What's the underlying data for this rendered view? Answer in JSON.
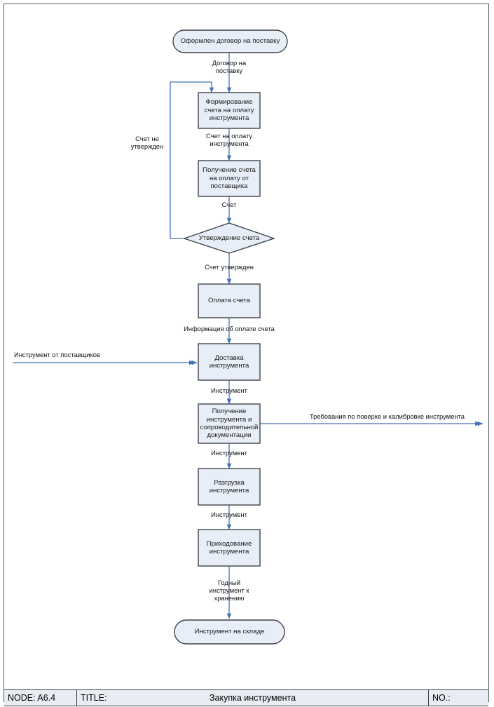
{
  "diagram": {
    "type": "idef3-process-flow",
    "language": "ru",
    "accent_line_color": "#4472b8",
    "node_fill_color": "#e8eef8",
    "node_border_color": "#3f4449",
    "page_border_color": "#555a60",
    "nodes": [
      {
        "id": "start",
        "shape": "terminator",
        "label": "Оформлен договор на поставку"
      },
      {
        "id": "form",
        "shape": "process",
        "label": "Формирование\nсчета на оплату\nинструмента"
      },
      {
        "id": "receive",
        "shape": "process",
        "label": "Получение счета\nна оплату от\nпоставщика"
      },
      {
        "id": "approve",
        "shape": "decision",
        "label": "Утверждение счета"
      },
      {
        "id": "pay",
        "shape": "process",
        "label": "Оплата счета"
      },
      {
        "id": "delivery",
        "shape": "process",
        "label": "Доставка\nинструмента"
      },
      {
        "id": "getdocs",
        "shape": "process",
        "label": "Получение\nинструмента и\nсопроводительной\nдокументации"
      },
      {
        "id": "unload",
        "shape": "process",
        "label": "Разгрузка\nинструмента"
      },
      {
        "id": "income",
        "shape": "process",
        "label": "Приходование\nинструмента"
      },
      {
        "id": "end",
        "shape": "terminator",
        "label": "Инструмент на складе"
      }
    ],
    "flow_labels": [
      {
        "id": "f1",
        "text": "Договор на\nпоставку"
      },
      {
        "id": "f2",
        "text": "Счет на оплату\nинструмента"
      },
      {
        "id": "f3",
        "text": "Счет"
      },
      {
        "id": "f4",
        "text": "Счет утвержден"
      },
      {
        "id": "f5",
        "text": "Информация об оплате счета"
      },
      {
        "id": "f6",
        "text": "Инструмент"
      },
      {
        "id": "f7",
        "text": "Инструмент"
      },
      {
        "id": "f8",
        "text": "Инструмент"
      },
      {
        "id": "f9",
        "text": "Годный\nинструмент к\nхранению"
      },
      {
        "id": "loop",
        "text": "Счет не\nутвержден"
      },
      {
        "id": "ext_in",
        "text": "Инструмент от поставщиков"
      },
      {
        "id": "ext_out",
        "text": "Требования по поверке и калибровке инструмента"
      }
    ]
  },
  "footer": {
    "node_label": "NODE:  A6.4",
    "title_label": "TITLE:",
    "title_value": "Закупка инструмента",
    "no_label": "NO.:"
  }
}
